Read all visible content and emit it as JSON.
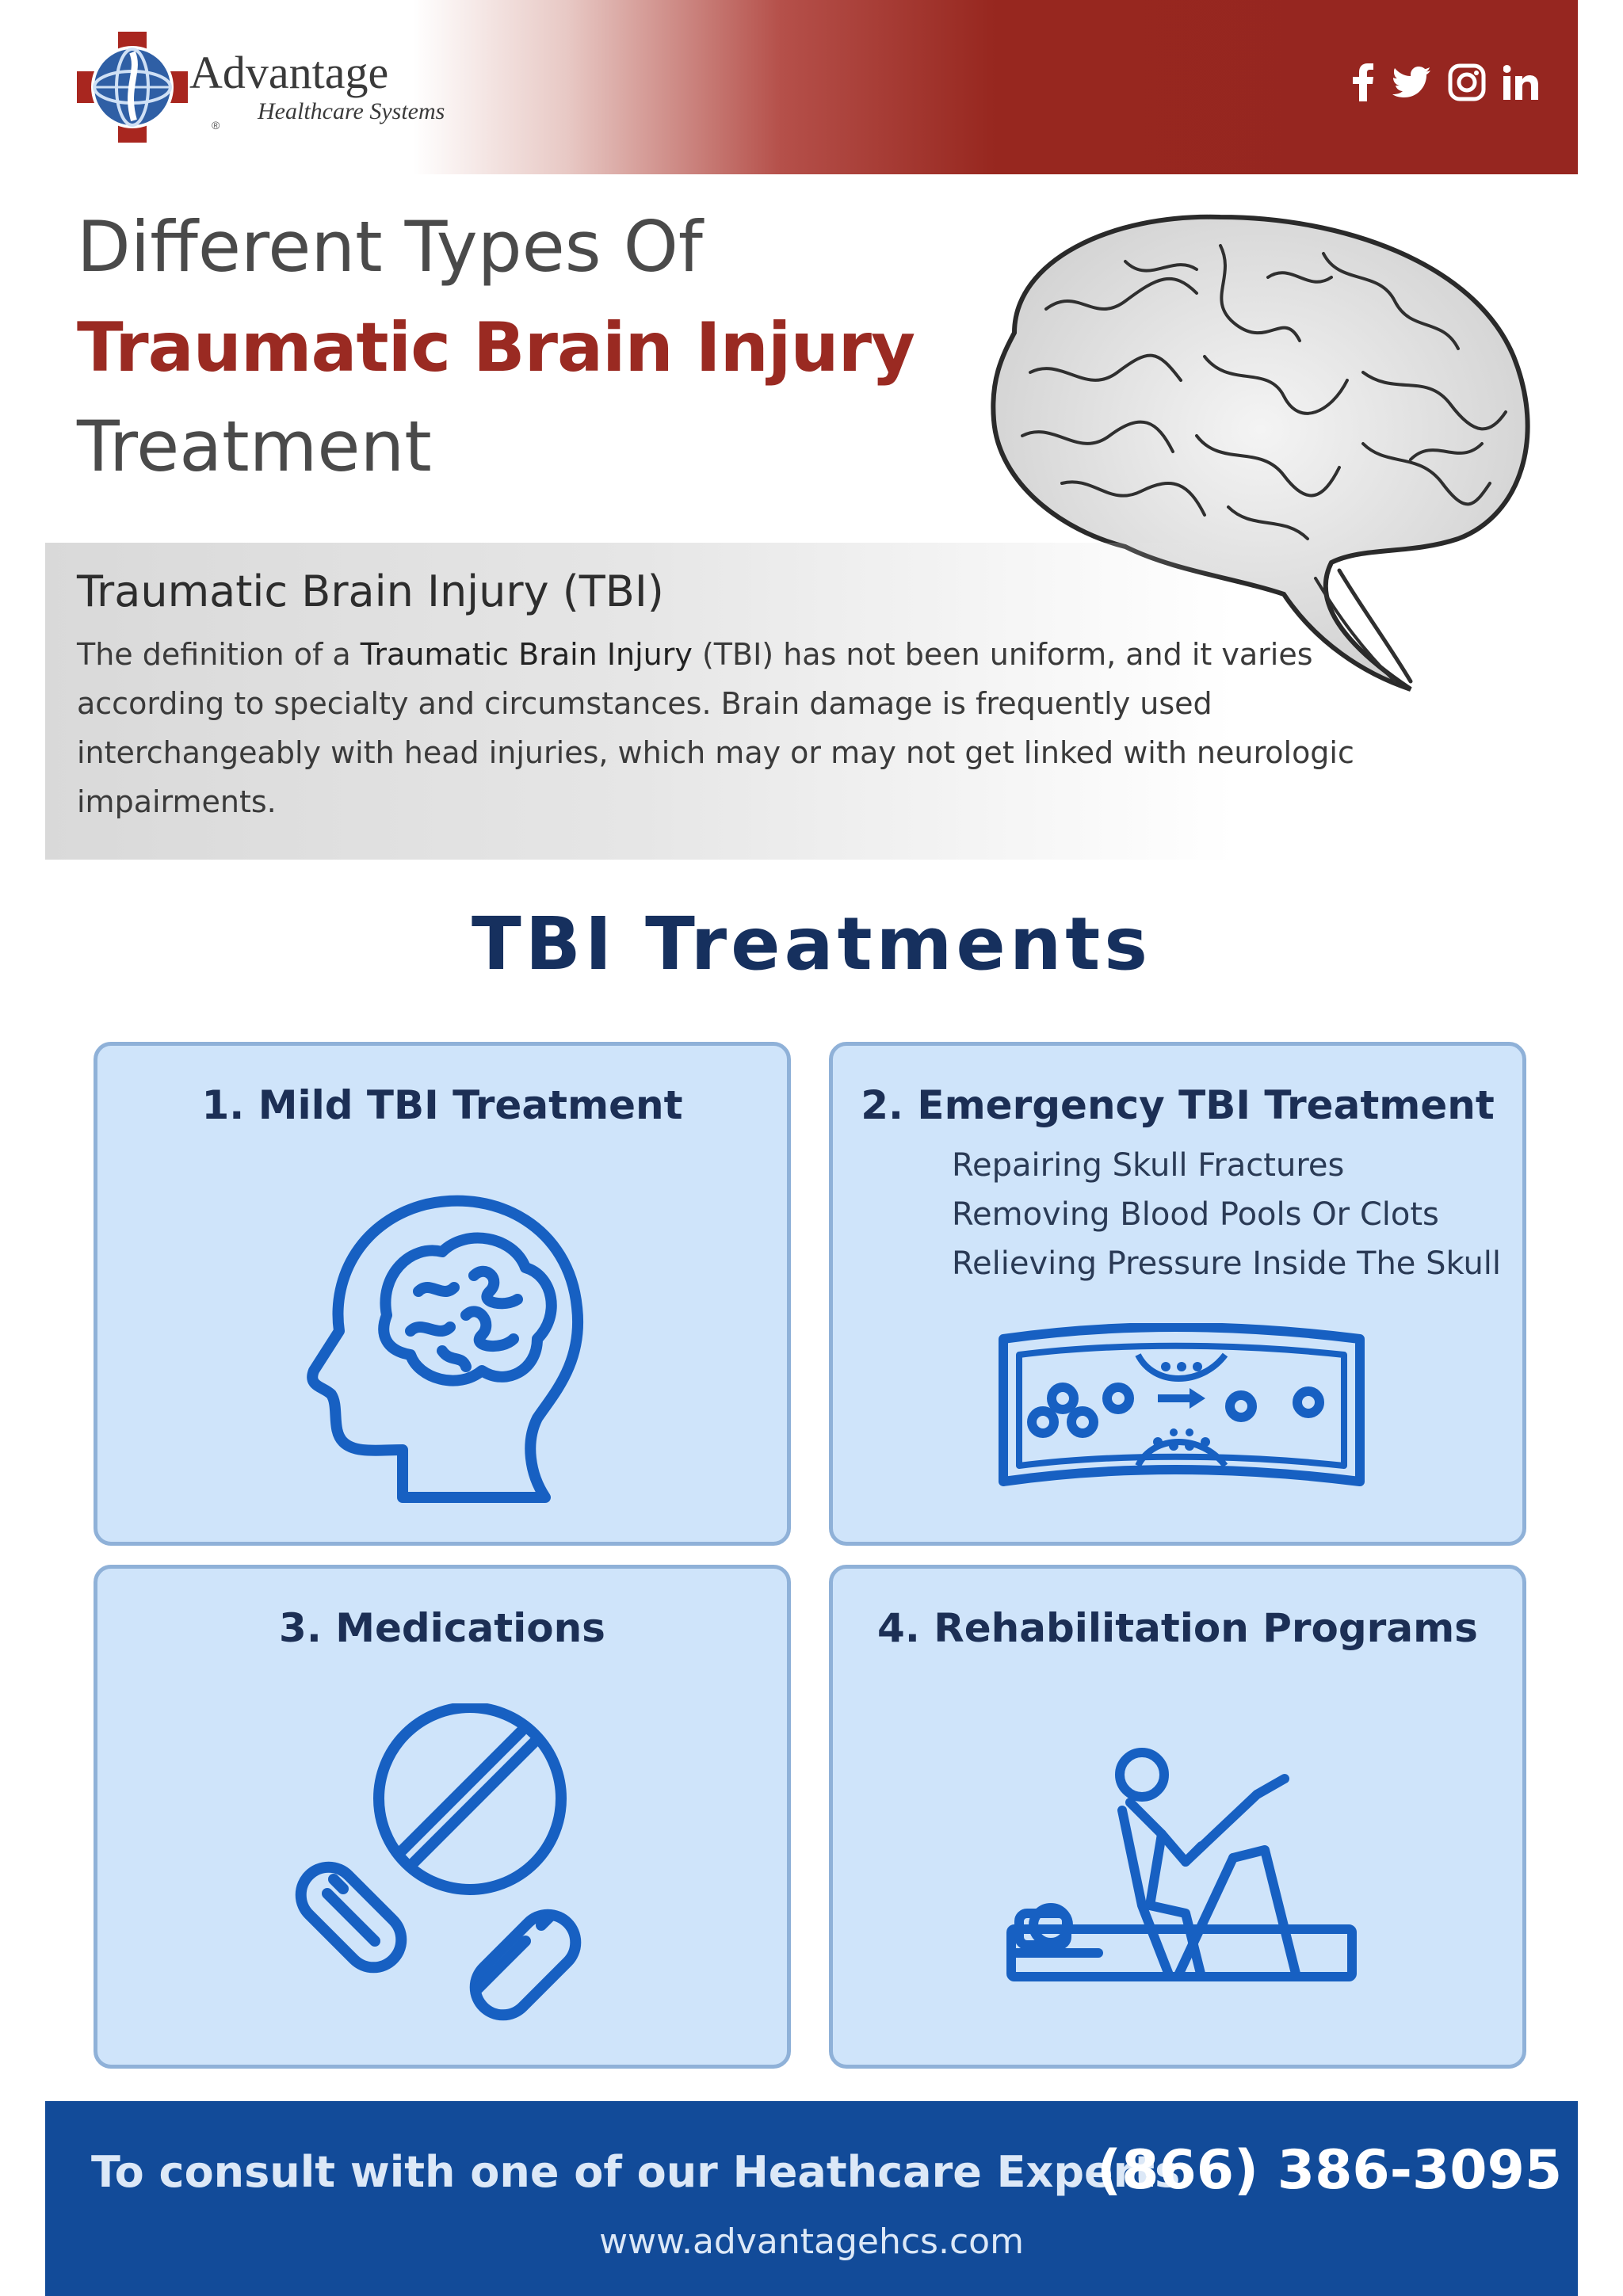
{
  "brand": {
    "name": "Advantage",
    "subtitle": "Healthcare Systems",
    "registered": "®",
    "colors": {
      "header_red": "#962620",
      "title_red": "#9a2a22",
      "navy": "#16305e",
      "card_bg": "#cfe4fa",
      "footer_blue": "#124b99"
    }
  },
  "social": {
    "icons": [
      "facebook-icon",
      "twitter-icon",
      "instagram-icon",
      "linkedin-icon"
    ]
  },
  "title": {
    "line1": "Different Types Of",
    "line2": "Traumatic Brain Injury",
    "line3": "Treatment"
  },
  "definition": {
    "heading": "Traumatic Brain Injury (TBI)",
    "text_before": "The definition of a ",
    "term": "Traumatic Brain Injury",
    "text_after": " (TBI) has not been uniform, and it varies according to specialty and circumstances. Brain damage is frequently used interchangeably with head injuries, which may or may not get linked with neurologic impairments."
  },
  "section_title": "TBI Treatments",
  "cards": [
    {
      "title": "1. Mild TBI Treatment",
      "icon": "head-brain-icon",
      "items": []
    },
    {
      "title": "2. Emergency TBI Treatment",
      "icon": "blood-vessel-clot-icon",
      "items": [
        "Repairing Skull Fractures",
        "Removing Blood Pools Or Clots",
        "Relieving Pressure Inside The Skull"
      ]
    },
    {
      "title": "3. Medications",
      "icon": "pills-icon",
      "items": []
    },
    {
      "title": "4. Rehabilitation Programs",
      "icon": "physiotherapy-icon",
      "items": []
    }
  ],
  "footer": {
    "cta": "To consult with one of our Heathcare Experts",
    "phone": "(866) 386-3095",
    "url": "www.advantagehcs.com"
  }
}
